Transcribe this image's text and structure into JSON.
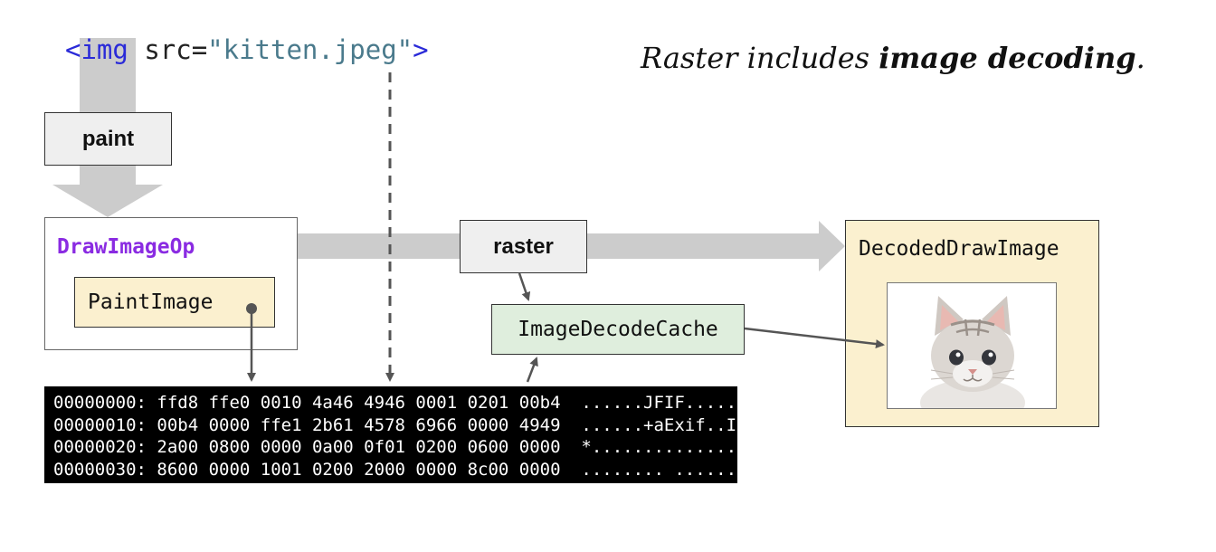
{
  "code": {
    "open_bracket": "<",
    "tag": "img",
    "attr": " src=",
    "value": "\"kitten.jpeg\"",
    "close_bracket": ">"
  },
  "caption": {
    "prefix": "Raster includes ",
    "emphasis": "image decoding",
    "suffix": "."
  },
  "nodes": {
    "paint": "paint",
    "raster": "raster",
    "draw_image_op": "DrawImageOp",
    "paint_image": "PaintImage",
    "image_decode_cache": "ImageDecodeCache",
    "decoded_draw_image": "DecodedDrawImage"
  },
  "hexdump": [
    {
      "offset": "00000000:",
      "hex": "ffd8 ffe0 0010 4a46 4946 0001 0201 00b4",
      "ascii": "......JFIF......"
    },
    {
      "offset": "00000010:",
      "hex": "00b4 0000 ffe1 2b61 4578 6966 0000 4949",
      "ascii": "......+aExif..II"
    },
    {
      "offset": "00000020:",
      "hex": "2a00 0800 0000 0a00 0f01 0200 0600 0000",
      "ascii": "*..............."
    },
    {
      "offset": "00000030:",
      "hex": "8600 0000 1001 0200 2000 0000 8c00 0000",
      "ascii": "........ ......."
    }
  ],
  "colors": {
    "flow_arrow": "#cccccc",
    "connector": "#555555",
    "op_title": "#8a2be2",
    "paint_image_fill": "#fbf0cf",
    "cache_fill": "#dfeedd",
    "decoded_fill": "#fbf0cf",
    "stage_fill": "#efefef"
  },
  "icons": {
    "kitten": "kitten-photo"
  }
}
